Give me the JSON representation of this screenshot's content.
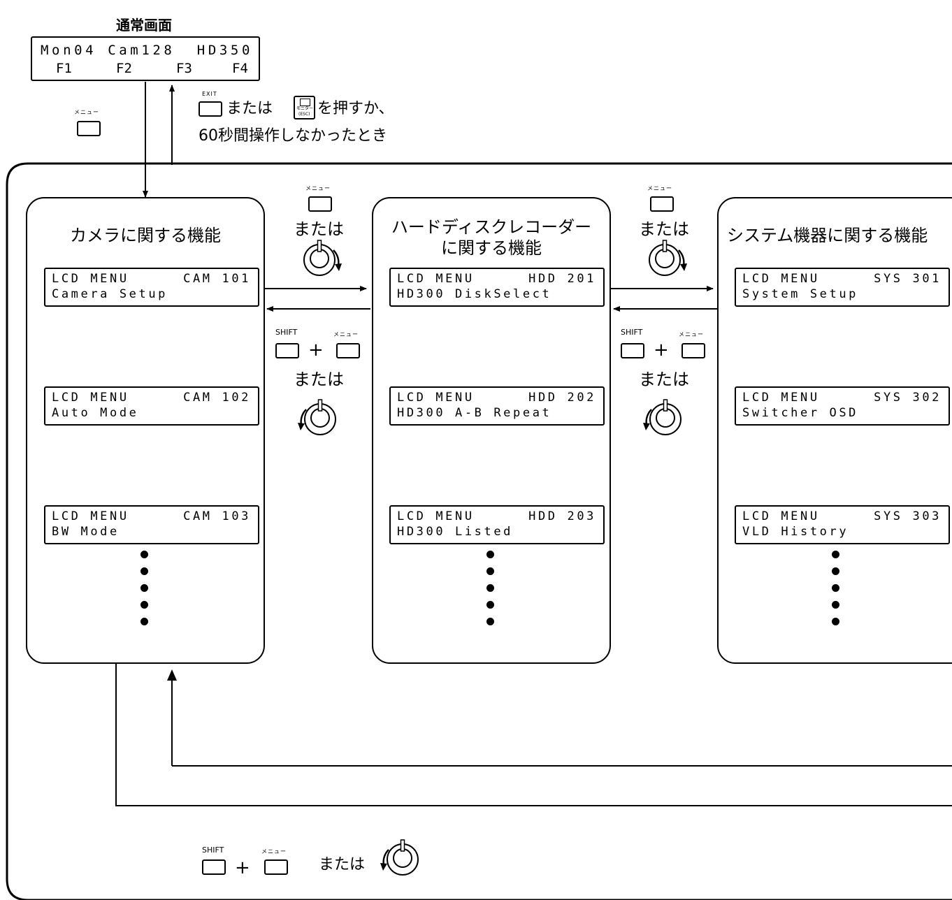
{
  "normal_screen": {
    "title": "通常画面",
    "line1_left": "Mon04 Cam128",
    "line1_right": "HD350",
    "line2": [
      "F1",
      "F2",
      "F3",
      "F4"
    ]
  },
  "keys": {
    "menu": "メニュー",
    "shift": "SHIFT",
    "exit": "EXIT",
    "monitor": "モニター",
    "esc": "(ESC)",
    "plus": "+"
  },
  "exit_text": {
    "or": "または",
    "press": "を押すか、",
    "timeout": "60秒間操作しなかったとき"
  },
  "or_label": "または",
  "panels": [
    {
      "title": "カメラに関する機能",
      "screens": [
        {
          "left": "LCD MENU",
          "code": "CAM 101",
          "name": "Camera Setup"
        },
        {
          "left": "LCD MENU",
          "code": "CAM 102",
          "name": "Auto Mode"
        },
        {
          "left": "LCD MENU",
          "code": "CAM 103",
          "name": "BW Mode"
        }
      ]
    },
    {
      "title_line1": "ハードディスクレコーダー",
      "title_line2": "に関する機能",
      "screens": [
        {
          "left": "LCD MENU",
          "code": "HDD 201",
          "name": "HD300 DiskSelect"
        },
        {
          "left": "LCD MENU",
          "code": "HDD 202",
          "name": "HD300 A-B Repeat"
        },
        {
          "left": "LCD MENU",
          "code": "HDD 203",
          "name": "HD300 Listed"
        }
      ]
    },
    {
      "title": "システム機器に関する機能",
      "screens": [
        {
          "left": "LCD MENU",
          "code": "SYS 301",
          "name": "System Setup"
        },
        {
          "left": "LCD MENU",
          "code": "SYS 302",
          "name": "Switcher OSD"
        },
        {
          "left": "LCD MENU",
          "code": "SYS 303",
          "name": "VLD History"
        }
      ]
    }
  ]
}
